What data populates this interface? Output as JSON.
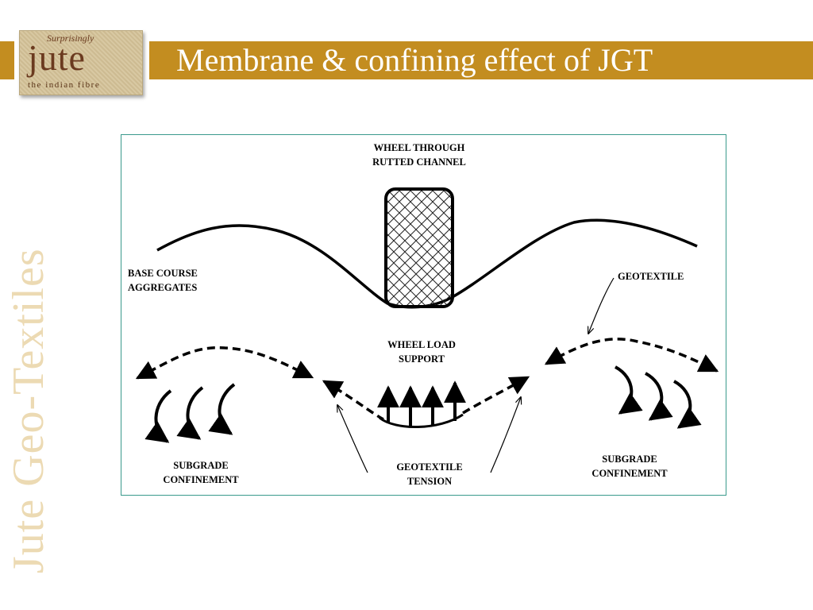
{
  "slide": {
    "title": "Membrane & confining effect of JGT",
    "side_text": "Jute Geo-Textiles",
    "accent_color": "#c38d20"
  },
  "logo": {
    "script_text": "Surprisingly",
    "word": "jute",
    "tagline": "the indian fibre"
  },
  "diagram": {
    "labels": {
      "wheel_line1": "WHEEL THROUGH",
      "wheel_line2": "RUTTED CHANNEL",
      "base_line1": "BASE COURSE",
      "base_line2": "AGGREGATES",
      "geotextile": "GEOTEXTILE",
      "load_line1": "WHEEL LOAD",
      "load_line2": "SUPPORT",
      "tension_line1": "GEOTEXTILE",
      "tension_line2": "TENSION",
      "left_conf_line1": "SUBGRADE",
      "left_conf_line2": "CONFINEMENT",
      "right_conf_line1": "SUBGRADE",
      "right_conf_line2": "CONFINEMENT"
    }
  }
}
